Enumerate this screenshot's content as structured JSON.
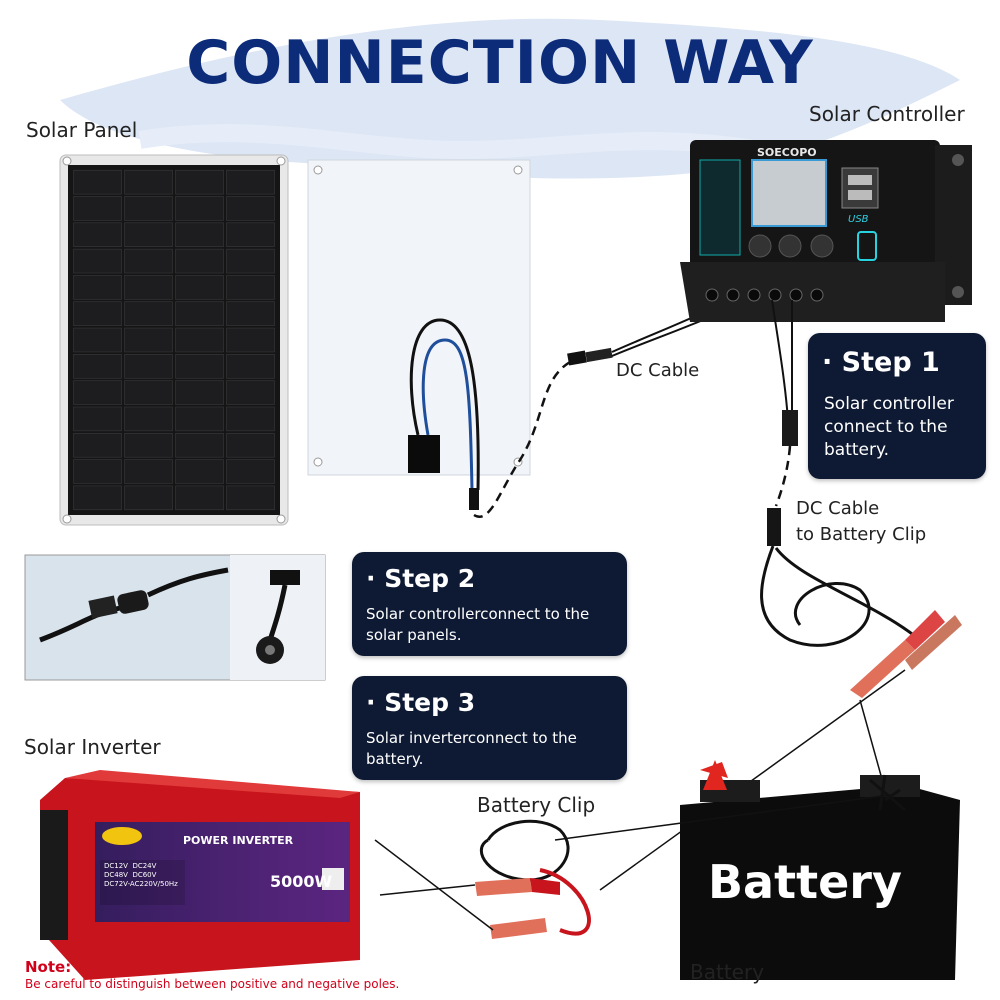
{
  "title": "CONNECTION WAY",
  "labels": {
    "solar_panel": "Solar Panel",
    "solar_controller": "Solar Controller",
    "solar_inverter": "Solar Inverter",
    "battery_clip": "Battery Clip",
    "battery": "Battery",
    "dc_cable": "DC Cable",
    "dc_cable_battery_line1": "DC Cable",
    "dc_cable_battery_line2": "to Battery Clip"
  },
  "steps": [
    {
      "title": "· Step 1",
      "desc_lines": [
        "Solar controller",
        "connect to the",
        "battery."
      ]
    },
    {
      "title": "· Step 2",
      "desc_lines": [
        "Solar controllerconnect to the",
        "solar panels."
      ]
    },
    {
      "title": "· Step 3",
      "desc_lines": [
        "Solar inverterconnect to the",
        "battery."
      ]
    }
  ],
  "controller": {
    "brand": "SOECOPO",
    "usb_label": "USB"
  },
  "inverter": {
    "label": "POWER INVERTER",
    "rating": "5000W",
    "specs": [
      "DC12V",
      "DC24V",
      "DC48V",
      "DC60V",
      "DC72V-AC220V/50Hz"
    ]
  },
  "battery_label": "Battery",
  "note": {
    "title": "Note:",
    "text": "Be careful to distinguish between positive and negative poles."
  },
  "colors": {
    "title": "#0c2c7a",
    "step_box": "#0e1a33",
    "note": "#d0021b",
    "inverter": "#c8141c"
  }
}
